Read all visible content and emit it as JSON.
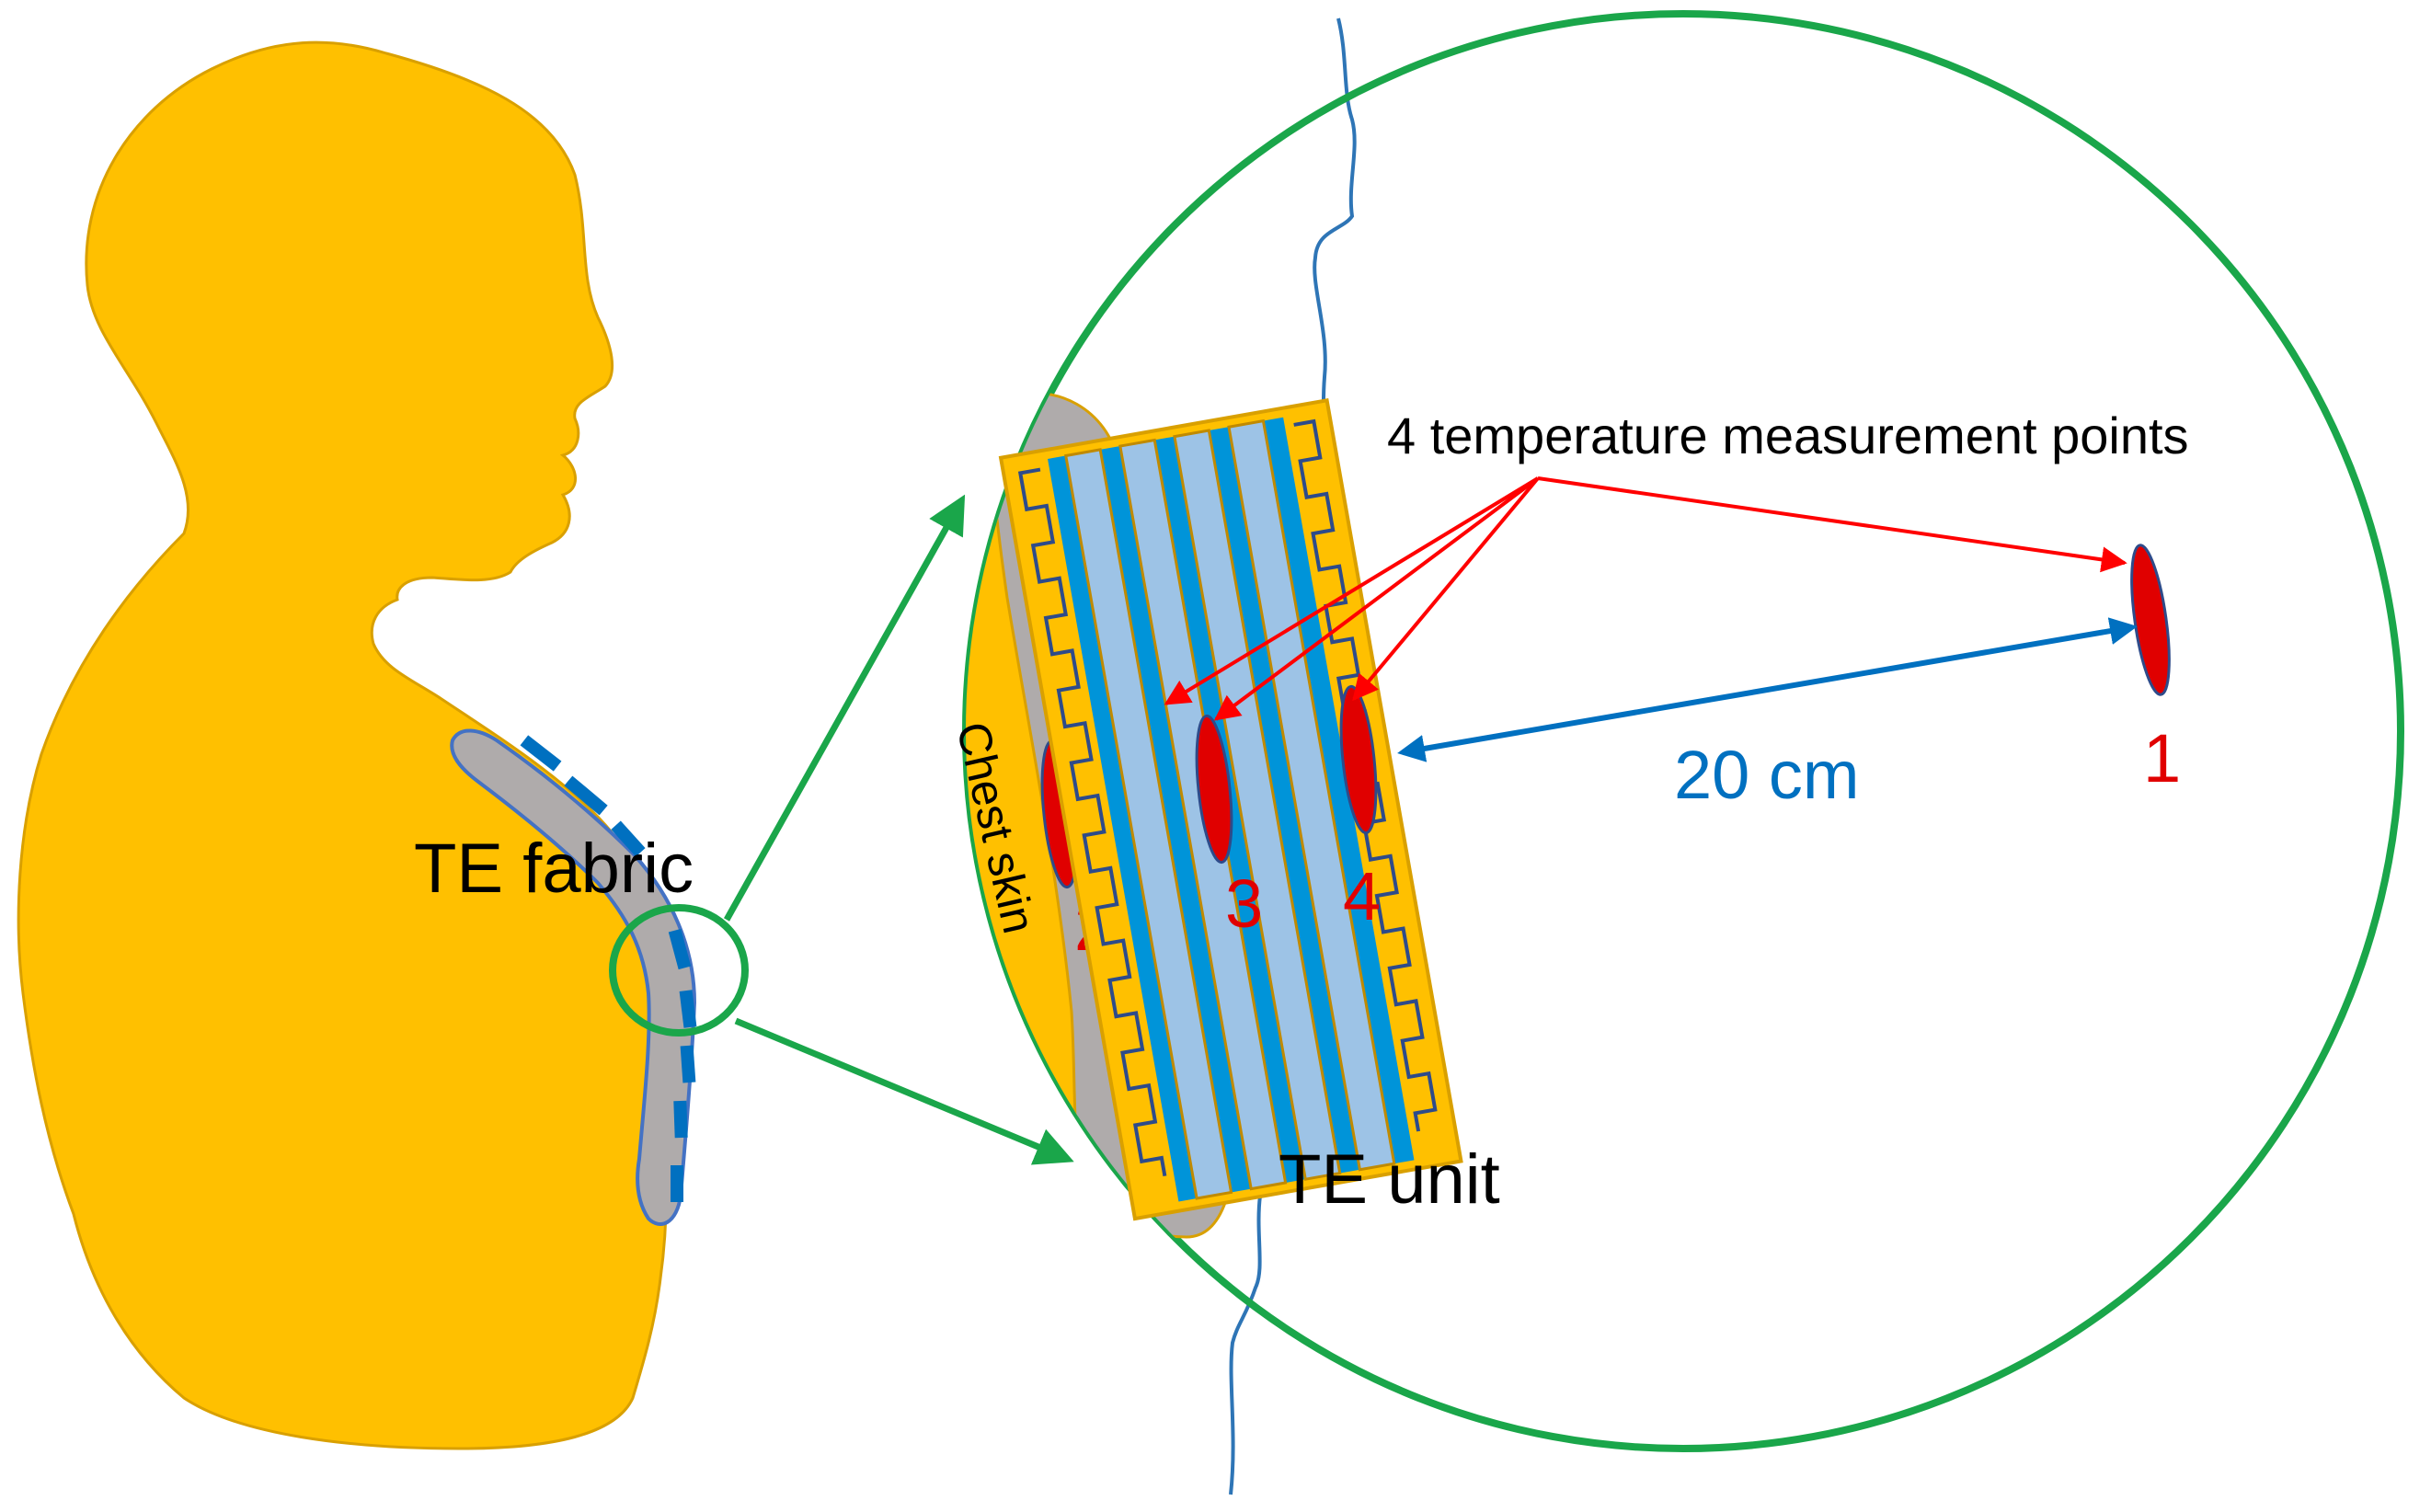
{
  "labels": {
    "te_fabric": "TE fabric",
    "te_unit": "TE unit",
    "chest_skin": "Chest skin",
    "measurement_points": "4 temperature measurement points",
    "distance": "20 cm",
    "point_1": "1",
    "point_2": "2",
    "point_3": "3",
    "point_4": "4"
  },
  "colors": {
    "body": "#FFC000",
    "body_outline": "#D9A000",
    "fabric_gray": "#AFABAB",
    "fabric_outline": "#4472C4",
    "te_blue": "#0070C0",
    "te_dark_blue": "#00A0E8",
    "te_light_blue": "#9DC3E6",
    "magnifier_green": "#1AA64A",
    "arrow_red": "#FF0000",
    "sensor_red": "#E00000",
    "distance_blue": "#0070C0",
    "cloth_line_blue": "#2E75B6",
    "text_black": "#000000"
  },
  "icons": {
    "body": "human-silhouette-icon",
    "sensor": "temperature-sensor-icon"
  }
}
